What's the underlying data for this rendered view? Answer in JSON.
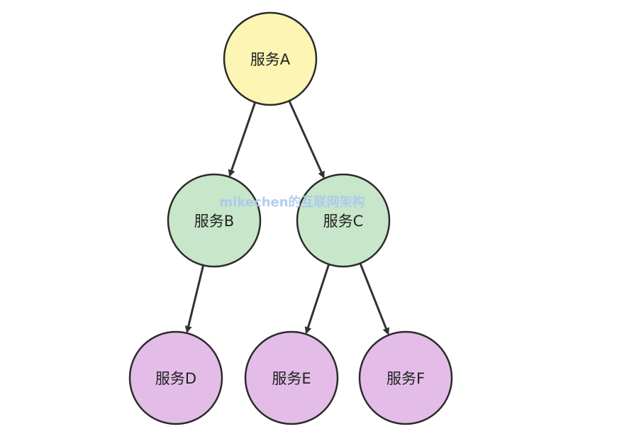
{
  "diagram": {
    "nodes": [
      {
        "id": "A",
        "label": "服务A",
        "color": "#fcf5b3"
      },
      {
        "id": "B",
        "label": "服务B",
        "color": "#c8e6c9"
      },
      {
        "id": "C",
        "label": "服务C",
        "color": "#c8e6c9"
      },
      {
        "id": "D",
        "label": "服务D",
        "color": "#e3bde8"
      },
      {
        "id": "E",
        "label": "服务E",
        "color": "#e3bde8"
      },
      {
        "id": "F",
        "label": "服务F",
        "color": "#e3bde8"
      }
    ],
    "edges": [
      {
        "from": "A",
        "to": "B"
      },
      {
        "from": "A",
        "to": "C"
      },
      {
        "from": "B",
        "to": "D"
      },
      {
        "from": "C",
        "to": "E"
      },
      {
        "from": "C",
        "to": "F"
      }
    ],
    "watermark": "mikechen的互联网架构"
  }
}
